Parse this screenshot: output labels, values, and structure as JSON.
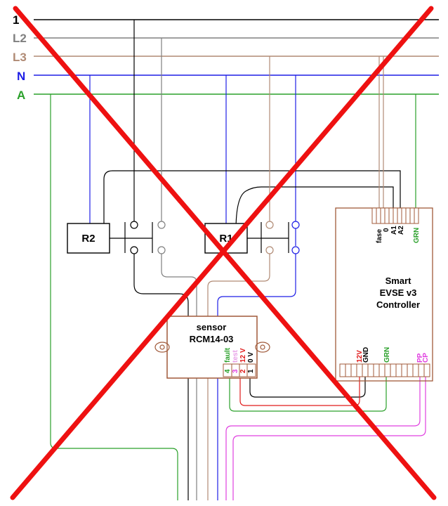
{
  "colors": {
    "L1": "#000000",
    "L2": "#808080",
    "L3": "#b08a74",
    "N": "#1e1ee6",
    "A": "#2aa02a",
    "red": "#e01a1a",
    "magenta": "#e040e0",
    "box": "#a05a3a",
    "cross": "#ee1111"
  },
  "bus": [
    "1",
    "L2",
    "L3",
    "N",
    "A"
  ],
  "relays": {
    "r2": "R2",
    "r1": "R1"
  },
  "sensor": {
    "title_line1": "sensor",
    "title_line2": "RCM14-03",
    "pins": [
      {
        "num": "4",
        "label": "fault"
      },
      {
        "num": "3",
        "label": "test"
      },
      {
        "num": "2",
        "label": "12 V"
      },
      {
        "num": "1",
        "label": "0 V"
      }
    ]
  },
  "controller": {
    "line1": "Smart",
    "line2": "EVSE v3",
    "line3": "Controller",
    "top_pins": [
      "fase",
      "0",
      "A1",
      "A2",
      "GRN"
    ],
    "bottom_pins": [
      "12V",
      "GND",
      "GRN",
      "PP",
      "CP"
    ]
  }
}
